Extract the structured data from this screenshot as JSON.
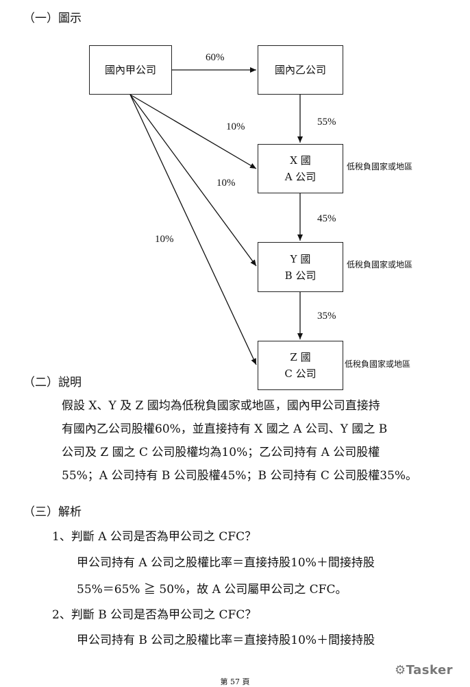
{
  "headings": {
    "figure": "（一）圖示",
    "explanation": "（二）說明",
    "analysis": "（三）解析"
  },
  "diagram": {
    "box_domestic_jia": "國內甲公司",
    "box_domestic_yi": "國內乙公司",
    "box_x": {
      "line1": "X 國",
      "line2": "A 公司"
    },
    "box_y": {
      "line1": "Y 國",
      "line2": "B 公司"
    },
    "box_z": {
      "line1": "Z 國",
      "line2": "C 公司"
    },
    "edges": {
      "jia_to_yi": "60%",
      "yi_to_a": "55%",
      "a_to_b": "45%",
      "b_to_c": "35%",
      "jia_to_a": "10%",
      "jia_to_b": "10%",
      "jia_to_c": "10%"
    },
    "low_tax_note_x": "低稅負國家或地區",
    "low_tax_note_y": "低稅負國家或地區",
    "low_tax_note_z": "低稅負國家或地區"
  },
  "explanation": {
    "lines": [
      "假設 X、Y 及 Z 國均為低稅負國家或地區，國內甲公司直接持",
      "有國內乙公司股權60%，並直接持有 X 國之 A 公司、Y 國之 B",
      "公司及 Z 國之 C 公司股權均為10%；乙公司持有 A 公司股權",
      "55%；A 公司持有 B 公司股權45%；B 公司持有 C 公司股權35%。"
    ]
  },
  "analysis": {
    "q1_title": "1、判斷 A 公司是否為甲公司之 CFC？",
    "q1_line1": "甲公司持有 A 公司之股權比率＝直接持股10%＋間接持股",
    "q1_line2": "55%＝65% ≧ 50%，故 A 公司屬甲公司之 CFC。",
    "q2_title": "2、判斷 B 公司是否為甲公司之 CFC？",
    "q2_line1": "甲公司持有 B 公司之股權比率＝直接持股10%＋間接持股"
  },
  "footer": {
    "page": "第 57 頁",
    "logo": "Tasker"
  }
}
